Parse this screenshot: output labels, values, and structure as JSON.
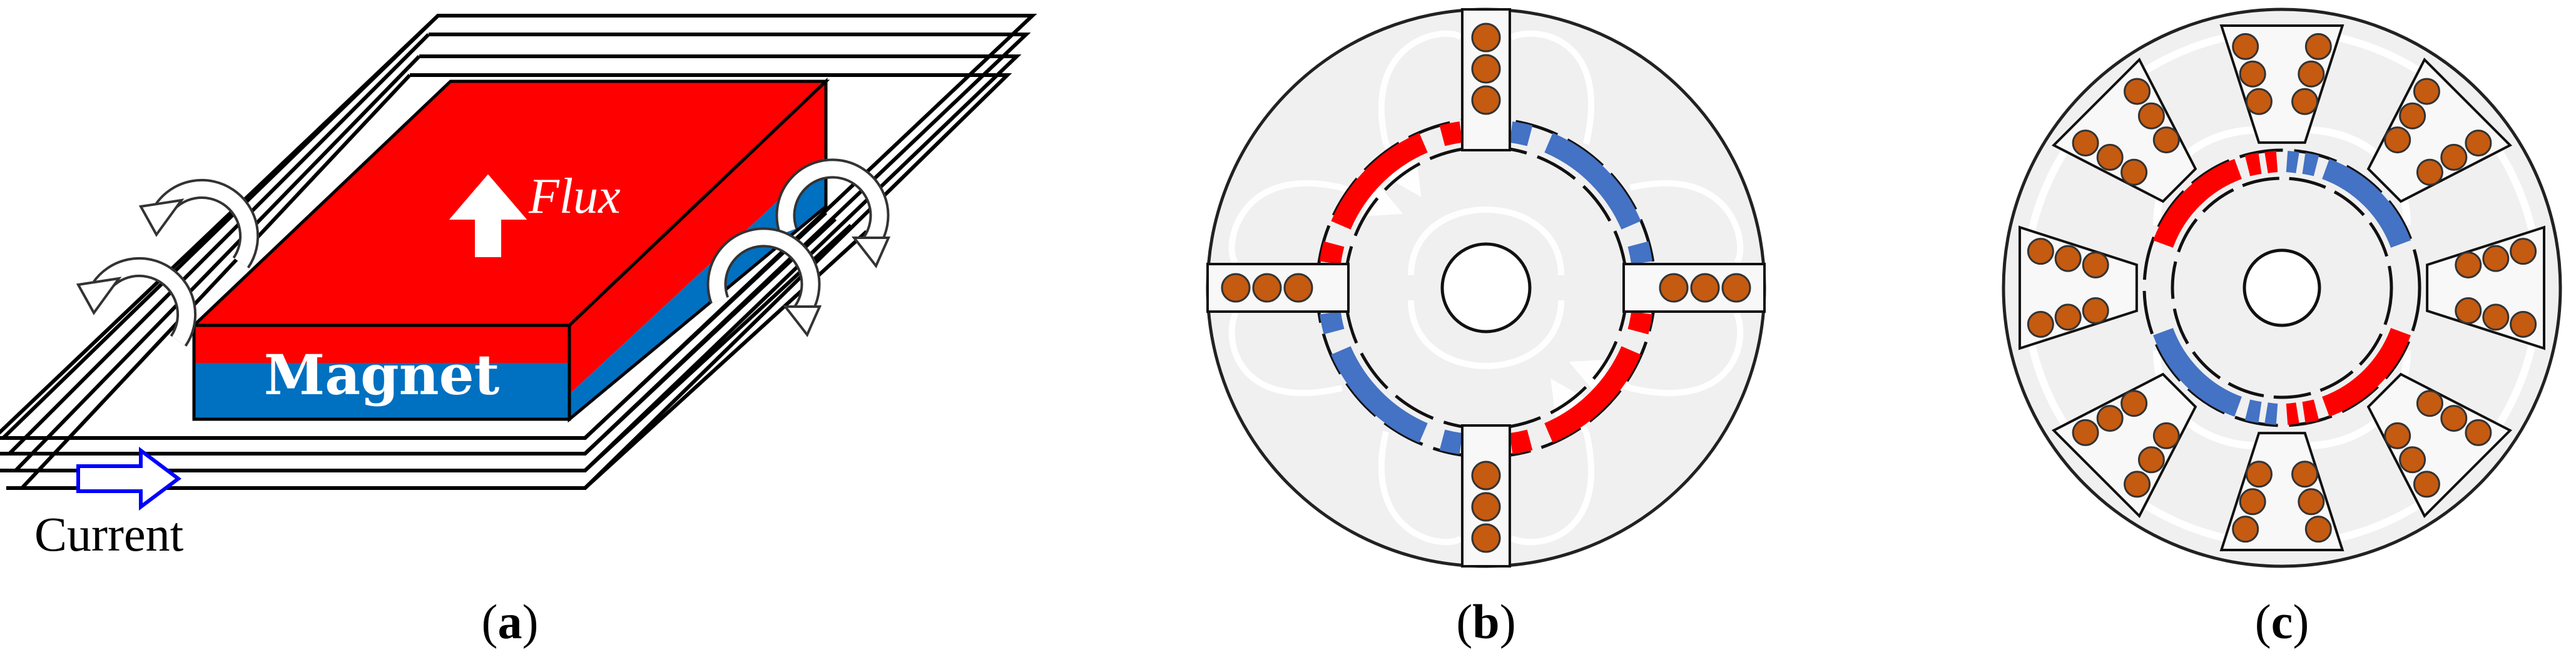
{
  "panel_a": {
    "magnet_label": "Magnet",
    "flux_label": "Flux",
    "current_label": "Current",
    "caption_letter": "a"
  },
  "panel_b": {
    "caption_letter": "b"
  },
  "panel_c": {
    "caption_letter": "c"
  },
  "colors": {
    "magnet_red": "#ff0000",
    "magnet_blue": "#0070c0",
    "pm_blue": "#4472c4",
    "coil_brown": "#c55a11",
    "stator_gray": "#f0f0f0",
    "current_arrow": "#0000ff"
  },
  "icons": [
    "flux-arrow-icon",
    "current-arrow-icon",
    "curved-flux-arrow-icon"
  ]
}
